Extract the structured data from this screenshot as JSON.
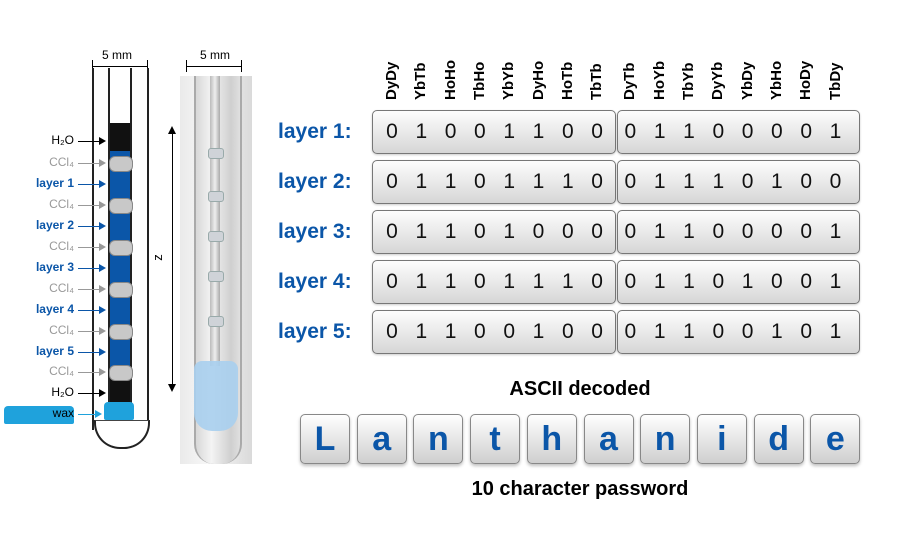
{
  "schematic": {
    "width_label": "5 mm",
    "labels": [
      {
        "text": "H₂O",
        "kind": "water"
      },
      {
        "text": "CCl₄",
        "kind": "ccl"
      },
      {
        "text": "layer 1",
        "kind": "layer"
      },
      {
        "text": "CCl₄",
        "kind": "ccl"
      },
      {
        "text": "layer 2",
        "kind": "layer"
      },
      {
        "text": "CCl₄",
        "kind": "ccl"
      },
      {
        "text": "layer 3",
        "kind": "layer"
      },
      {
        "text": "CCl₄",
        "kind": "ccl"
      },
      {
        "text": "layer 4",
        "kind": "layer"
      },
      {
        "text": "CCl₄",
        "kind": "ccl"
      },
      {
        "text": "layer 5",
        "kind": "layer"
      },
      {
        "text": "CCl₄",
        "kind": "ccl"
      },
      {
        "text": "H₂O",
        "kind": "water"
      },
      {
        "text": "wax",
        "kind": "wax"
      }
    ]
  },
  "photo": {
    "width_label": "5 mm",
    "axis_label": "z"
  },
  "table": {
    "columns": [
      "DyDy",
      "YbTb",
      "HoHo",
      "TbHo",
      "YbYb",
      "DyHo",
      "HoTb",
      "TbTb",
      "DyTb",
      "HoYb",
      "TbYb",
      "DyYb",
      "YbDy",
      "YbHo",
      "HoDy",
      "TbDy"
    ],
    "rows": [
      {
        "label": "layer 1",
        "bits": [
          0,
          1,
          0,
          0,
          1,
          1,
          0,
          0,
          0,
          1,
          1,
          0,
          0,
          0,
          0,
          1
        ]
      },
      {
        "label": "layer 2",
        "bits": [
          0,
          1,
          1,
          0,
          1,
          1,
          1,
          0,
          0,
          1,
          1,
          1,
          0,
          1,
          0,
          0
        ]
      },
      {
        "label": "layer 3",
        "bits": [
          0,
          1,
          1,
          0,
          1,
          0,
          0,
          0,
          0,
          1,
          1,
          0,
          0,
          0,
          0,
          1
        ]
      },
      {
        "label": "layer 4",
        "bits": [
          0,
          1,
          1,
          0,
          1,
          1,
          1,
          0,
          0,
          1,
          1,
          0,
          1,
          0,
          0,
          1
        ]
      },
      {
        "label": "layer 5",
        "bits": [
          0,
          1,
          1,
          0,
          0,
          1,
          0,
          0,
          0,
          1,
          1,
          0,
          0,
          1,
          0,
          1
        ]
      }
    ]
  },
  "decoded": {
    "title": "ASCII decoded",
    "characters": [
      "L",
      "a",
      "n",
      "t",
      "h",
      "a",
      "n",
      "i",
      "d",
      "e"
    ],
    "footer": "10 character password"
  },
  "colors": {
    "layer_blue": "#0b56a8",
    "wax_cyan": "#1fa2dc",
    "ccl_gray": "#999999"
  }
}
